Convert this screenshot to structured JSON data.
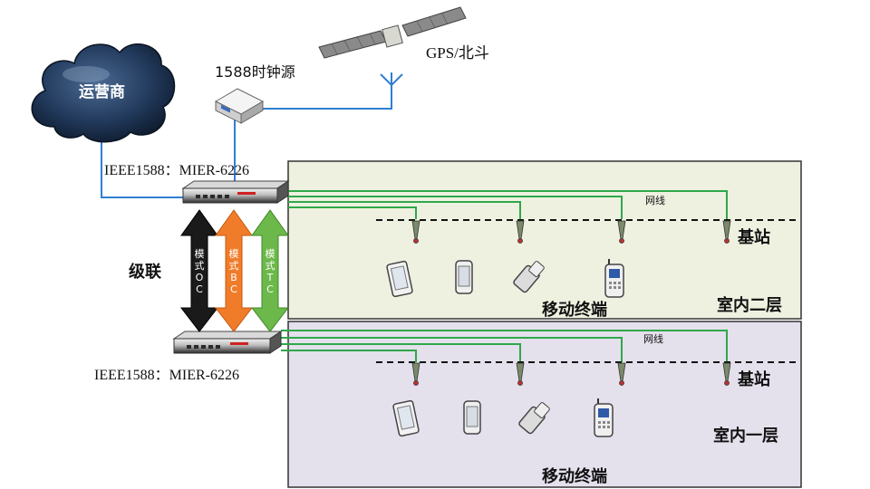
{
  "cloud": {
    "label": "运营商"
  },
  "clock": {
    "label": "1588时钟源"
  },
  "satellite": {
    "label": "GPS/北斗"
  },
  "switch_top": {
    "label": "IEEE1588：MIER-6226"
  },
  "switch_bottom": {
    "label": "IEEE1588：MIER-6226"
  },
  "cascade": {
    "label": "级联"
  },
  "modes": [
    {
      "text": "模式OC",
      "color": "#1a1a1a"
    },
    {
      "text": "模式BC",
      "color": "#f07c2a"
    },
    {
      "text": "模式TC",
      "color": "#6cb84a"
    }
  ],
  "floors": [
    {
      "name": "室内二层",
      "bg": "#eef1e0",
      "cable_label": "网线",
      "station_label": "基站",
      "terminals_label": "移动终端"
    },
    {
      "name": "室内一层",
      "bg": "#e4e0ec",
      "cable_label": "网线",
      "station_label": "基站",
      "terminals_label": "移动终端"
    }
  ],
  "colors": {
    "network_line": "#2f7fd4",
    "cable_line": "#2fa84a"
  },
  "icons": [
    "cloud-icon",
    "clock-source-icon",
    "satellite-icon",
    "antenna-icon",
    "switch-icon",
    "base-station-icon",
    "tablet-icon",
    "smartphone-icon",
    "flip-phone-icon",
    "feature-phone-icon"
  ]
}
